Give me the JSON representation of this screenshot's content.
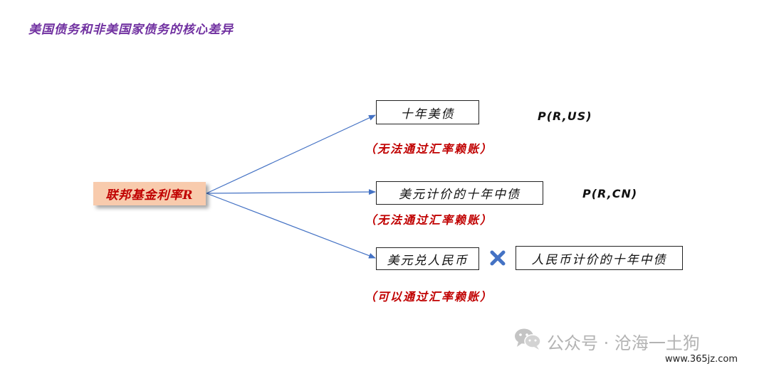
{
  "title": "美国债务和非美国家债务的核心差异",
  "source": {
    "label": "联邦基金利率R"
  },
  "branches": [
    {
      "box": "十年美债",
      "note": "（无法通过汇率赖账）",
      "formula": "P(R,US)"
    },
    {
      "box": "美元计价的十年中债",
      "note": "（无法通过汇率赖账）",
      "formula": "P(R,CN)"
    },
    {
      "box": "美元兑人民币",
      "box2": "人民币计价的十年中债",
      "operator_icon": "multiply-icon",
      "note": "（可以通过汇率赖账）"
    }
  ],
  "colors": {
    "title": "#7030a0",
    "note": "#c00000",
    "source_fill": "#f8cbad",
    "arrow": "#4472c4",
    "operator": "#4472c4"
  },
  "watermark": {
    "text": "公众号 · 沧海一土狗",
    "icon": "wechat-icon"
  },
  "site": "www.365jz.com"
}
